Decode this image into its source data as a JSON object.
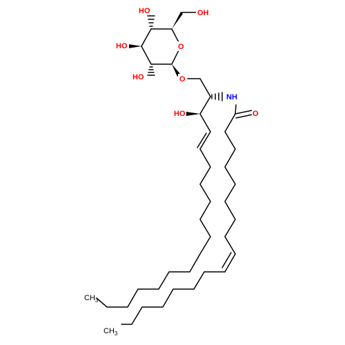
{
  "molecule": {
    "colors": {
      "bond": "#000000",
      "oxygen": "#ff0000",
      "nitrogen": "#0000ff",
      "carbon": "#000000"
    },
    "atom_labels": {
      "ho_sugar_c4": "HO",
      "oh_sugar_c6": "OH",
      "ho_sugar_c3": "HO",
      "ho_sugar_c2": "HO",
      "o_ring": "O",
      "o_glycosidic": "O",
      "nh_amide": "NH",
      "ho_sphingoid": "HO",
      "o_carbonyl": "O",
      "ch3_sphingoid_end": "CH3",
      "ch3_acyl_end": "CH3"
    }
  }
}
